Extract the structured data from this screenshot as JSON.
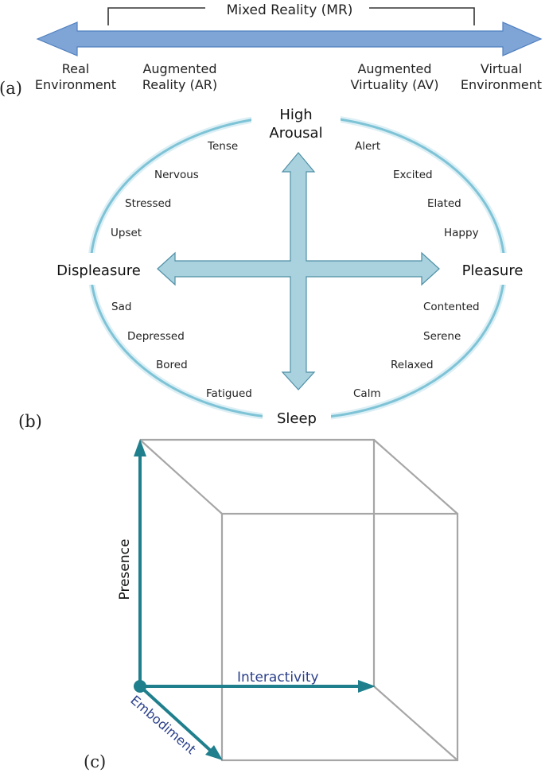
{
  "panel_a": {
    "tag": "(a)",
    "bracket_label": "Mixed Reality (MR)",
    "labels": [
      {
        "line1": "Real",
        "line2": "Environment"
      },
      {
        "line1": "Augmented",
        "line2": "Reality (AR)"
      },
      {
        "line1": "Augmented",
        "line2": "Virtuality (AV)"
      },
      {
        "line1": "Virtual",
        "line2": "Environment"
      }
    ]
  },
  "panel_b": {
    "tag": "(b)",
    "top_line1": "High",
    "top_line2": "Arousal",
    "bottom": "Sleep",
    "left": "Displeasure",
    "right": "Pleasure",
    "quadrant_upper_left": [
      "Tense",
      "Nervous",
      "Stressed",
      "Upset"
    ],
    "quadrant_upper_right": [
      "Alert",
      "Excited",
      "Elated",
      "Happy"
    ],
    "quadrant_lower_left": [
      "Sad",
      "Depressed",
      "Bored",
      "Fatigued"
    ],
    "quadrant_lower_right": [
      "Contented",
      "Serene",
      "Relaxed",
      "Calm"
    ]
  },
  "panel_c": {
    "tag": "(c)",
    "axes": {
      "vertical": "Presence",
      "horizontal": "Interactivity",
      "diagonal": "Embodiment"
    }
  },
  "colors": {
    "arrow_fill": "#7fa5d6",
    "arrow_stroke": "#4f7fbf",
    "ellipse": "#7ec3d6",
    "cross_fill": "#a9d2de",
    "cross_stroke": "#4e8fa5",
    "axis": "#1f7f8c",
    "cube": "#a6a6a6",
    "axis_label_blue": "#2a3f8a"
  }
}
